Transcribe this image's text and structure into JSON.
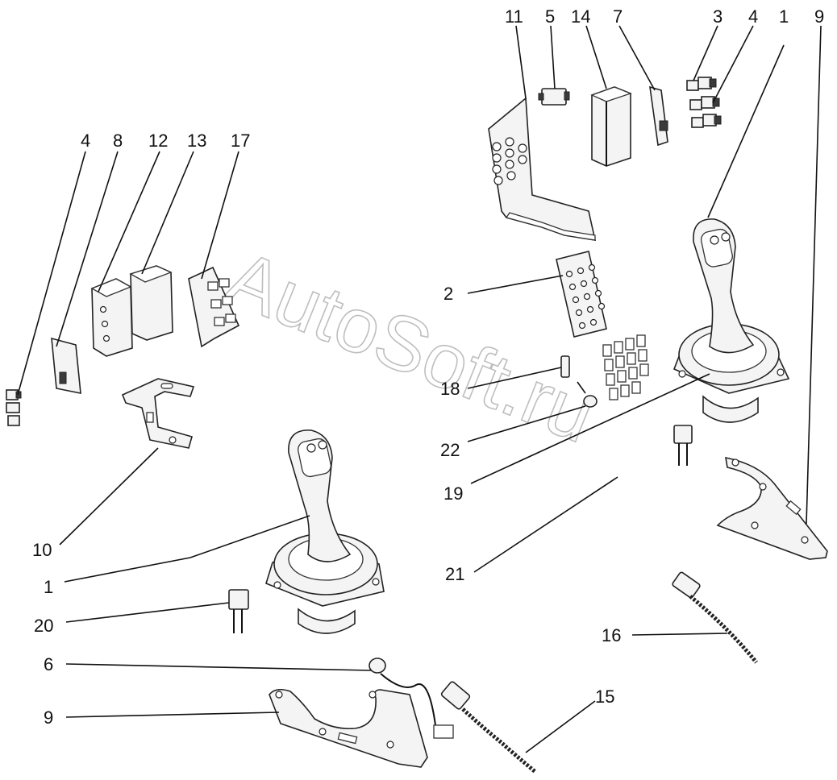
{
  "watermark": "AutoSoft.ru",
  "callouts": [
    {
      "id": "c11",
      "text": "11"
    },
    {
      "id": "c5",
      "text": "5"
    },
    {
      "id": "c14",
      "text": "14"
    },
    {
      "id": "c7",
      "text": "7"
    },
    {
      "id": "c3",
      "text": "3"
    },
    {
      "id": "c4a",
      "text": "4"
    },
    {
      "id": "c1a",
      "text": "1"
    },
    {
      "id": "c9a",
      "text": "9"
    },
    {
      "id": "c4b",
      "text": "4"
    },
    {
      "id": "c8",
      "text": "8"
    },
    {
      "id": "c12",
      "text": "12"
    },
    {
      "id": "c13",
      "text": "13"
    },
    {
      "id": "c17",
      "text": "17"
    },
    {
      "id": "c2",
      "text": "2"
    },
    {
      "id": "c18",
      "text": "18"
    },
    {
      "id": "c22",
      "text": "22"
    },
    {
      "id": "c19",
      "text": "19"
    },
    {
      "id": "c21",
      "text": "21"
    },
    {
      "id": "c10",
      "text": "10"
    },
    {
      "id": "c1b",
      "text": "1"
    },
    {
      "id": "c20",
      "text": "20"
    },
    {
      "id": "c16",
      "text": "16"
    },
    {
      "id": "c6",
      "text": "6"
    },
    {
      "id": "c9b",
      "text": "9"
    },
    {
      "id": "c15",
      "text": "15"
    }
  ]
}
